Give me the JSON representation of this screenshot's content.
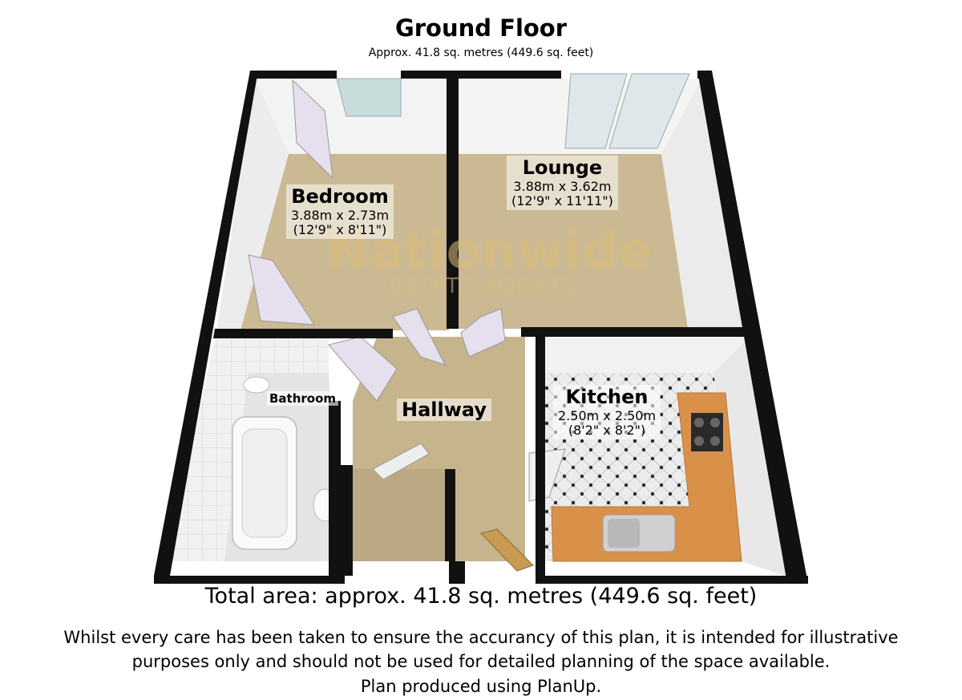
{
  "header": {
    "title": "Ground Floor",
    "subtitle": "Approx. 41.8 sq. metres (449.6 sq. feet)"
  },
  "rooms": {
    "bedroom": {
      "name": "Bedroom",
      "metric": "3.88m x 2.73m",
      "imperial": "(12'9\" x 8'11\")"
    },
    "lounge": {
      "name": "Lounge",
      "metric": "3.88m x 3.62m",
      "imperial": "(12'9\" x 11'11\")"
    },
    "kitchen": {
      "name": "Kitchen",
      "metric": "2.50m x 2.50m",
      "imperial": "(8'2\" x 8'2\")"
    },
    "bathroom": {
      "name": "Bathroom"
    },
    "hallway": {
      "name": "Hallway"
    }
  },
  "watermark": {
    "line1": "Nationwide",
    "line2": "ESTATE AGENTS"
  },
  "footer": {
    "total": "Total area: approx. 41.8 sq. metres (449.6 sq. feet)",
    "disclaimer_line1": "Whilst every care has been taken to ensure the accurancy of this plan, it is intended for illustrative",
    "disclaimer_line2": "purposes only and should not be used for detailed planning of the space available.",
    "disclaimer_line3": "Plan produced using PlanUp."
  },
  "colors": {
    "wall": "#111111",
    "carpet": "#cbb993",
    "hall_floor": "#c5b48c",
    "tile_floor": "#e8e8e8",
    "worktop": "#d9914a",
    "wall_inner": "#f4f4f4",
    "door": "#e6e0ee"
  }
}
